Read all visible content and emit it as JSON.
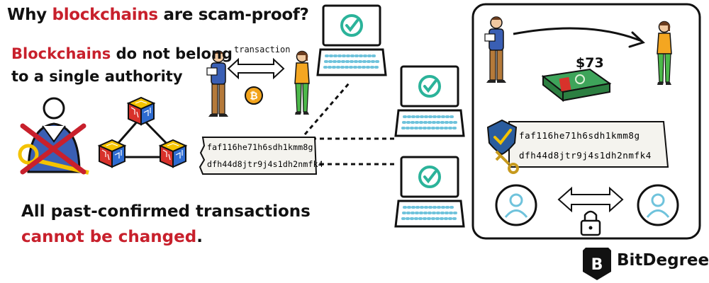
{
  "title": {
    "prefix": "Why ",
    "highlight": "blockchains",
    "suffix": " are scam-proof?"
  },
  "authority": {
    "highlight": "Blockchains",
    "rest": " do not belong",
    "line2": "to a single authority"
  },
  "transaction_label": "transaction",
  "currency_symbol": "₿",
  "hashes": {
    "line1": "faf116he71h6sdh1kmm8g",
    "line2": "dfh44d8jtr9j4s1dh2nmfk4"
  },
  "amount": "$73",
  "confirmed": {
    "line1": "All past-confirmed transactions",
    "highlight": "cannot be changed",
    "period": "."
  },
  "brand": {
    "name": "BitDegree",
    "logo_letter": "B"
  },
  "colors": {
    "accent_red": "#c8202c",
    "check_teal": "#2bb39a",
    "laptop_blue": "#6fc3dc",
    "bitcoin_orange": "#f2a31b",
    "shield_blue": "#2a5c9e"
  },
  "icons": [
    "person-icon",
    "crossed-person-icon",
    "blockchain-cubes-icon",
    "laptop-check-icon",
    "bitcoin-coin-icon",
    "cash-stack-icon",
    "shield-check-icon",
    "key-icon",
    "padlock-icon",
    "user-circle-icon",
    "double-arrow-icon"
  ]
}
